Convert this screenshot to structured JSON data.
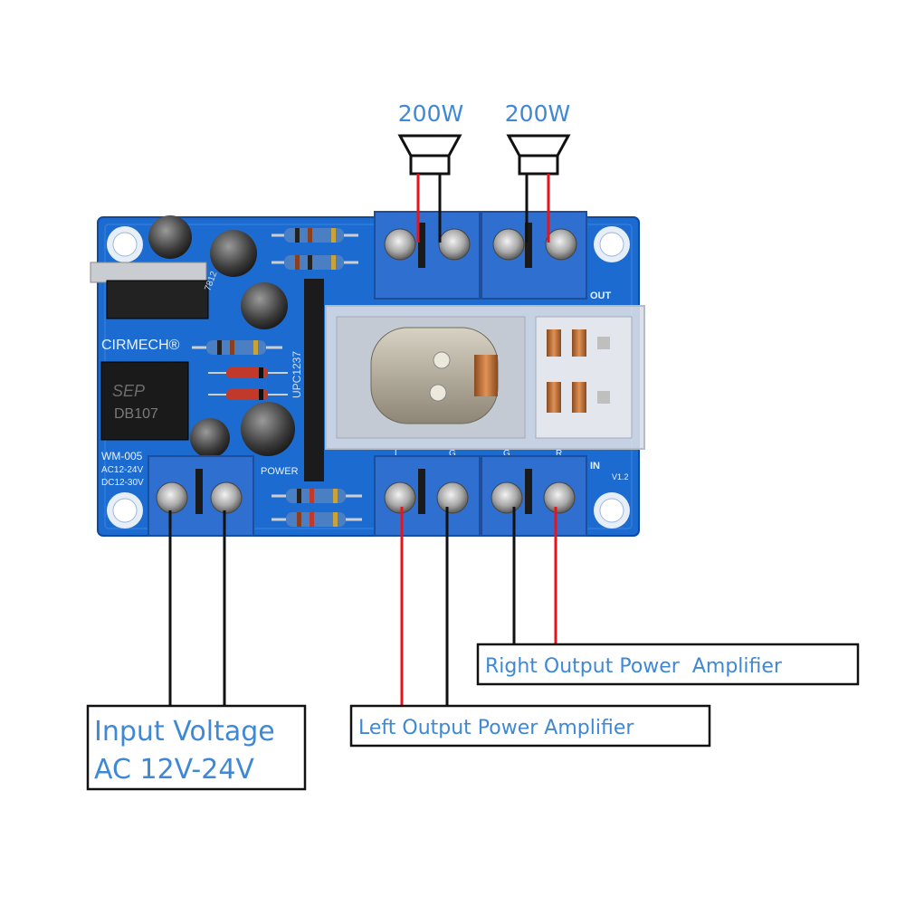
{
  "speakers": [
    {
      "power_label": "200W"
    },
    {
      "power_label": "200W"
    }
  ],
  "board": {
    "brand": "CIRMECH®",
    "model": "WM-005",
    "spec_ac": "AC12-24V",
    "spec_dc": "DC12-30V",
    "power_label": "POWER",
    "out_label": "OUT",
    "in_label": "IN",
    "version": "V1.2",
    "ic_label": "UPC1237",
    "regulator_label": "7812",
    "bridge_brand": "SEP",
    "bridge_label": "DB107",
    "terminal_letters": [
      "L",
      "G",
      "G",
      "R"
    ]
  },
  "labels": {
    "input_line1": "Input Voltage",
    "input_line2": "AC 12V-24V",
    "left_output": "Left Output Power Amplifier",
    "right_output": "Right Output Power  Amplifier"
  },
  "colors": {
    "pcb": "#1c6bd0",
    "terminal": "#2f6fcf",
    "label_text": "#3f88d6",
    "wire_red": "#e8141c",
    "wire_black": "#111111"
  }
}
